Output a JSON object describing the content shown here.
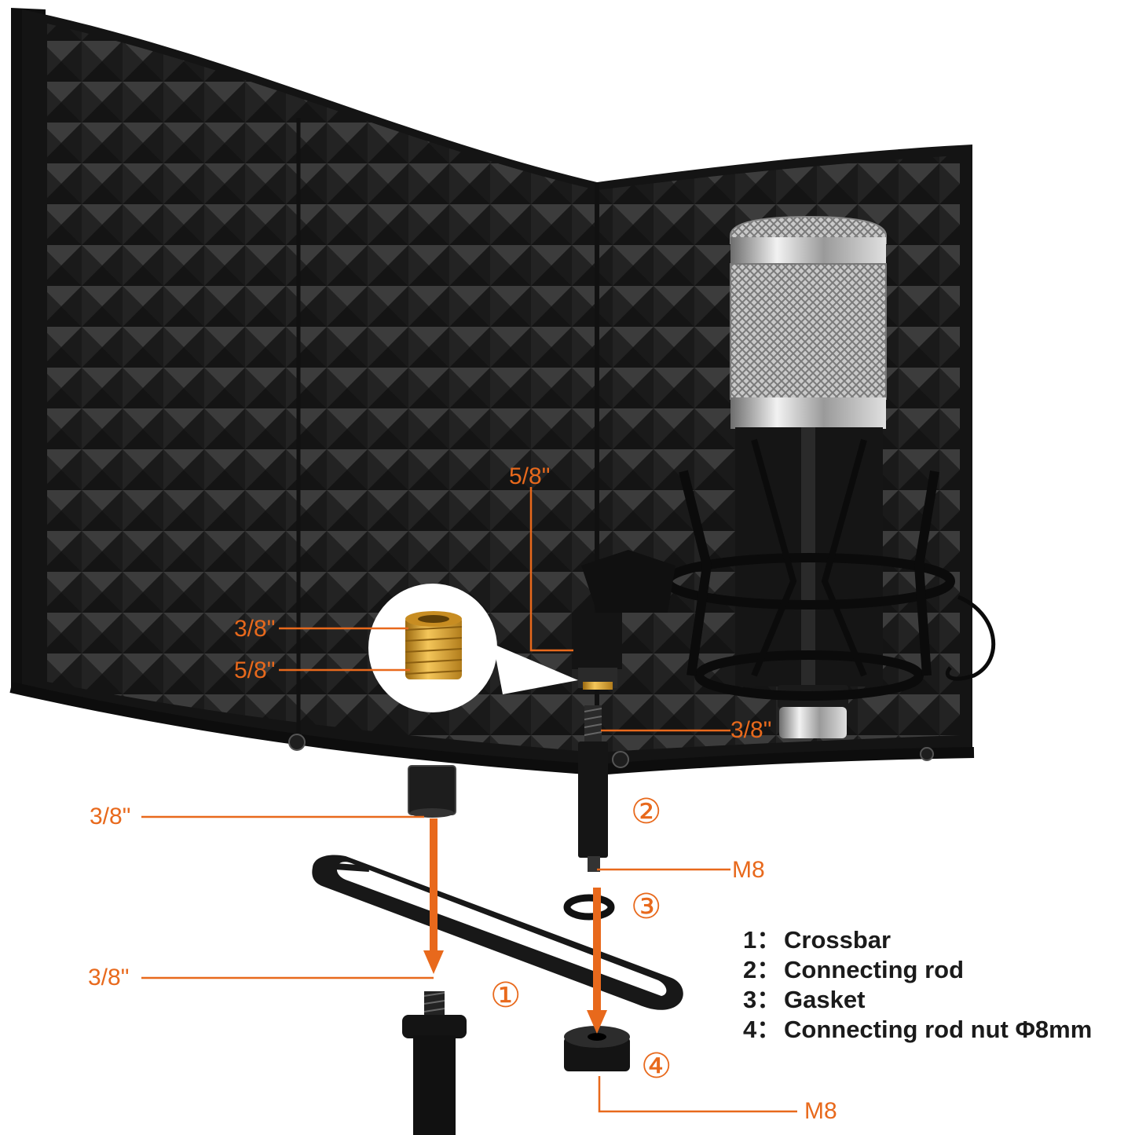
{
  "callouts": {
    "adapter_top": "3/8\"",
    "adapter_bottom": "5/8\"",
    "mount_thread": "5/8\"",
    "rod_top": "3/8\"",
    "shield_socket": "3/8\"",
    "stand_thread": "3/8\"",
    "rod_bottom": "M8",
    "nut_thread": "M8"
  },
  "markers": {
    "crossbar": "①",
    "rod": "②",
    "gasket": "③",
    "nut": "④"
  },
  "legend": [
    {
      "num": "1：",
      "label": "Crossbar"
    },
    {
      "num": "2：",
      "label": "Connecting rod"
    },
    {
      "num": "3：",
      "label": "Gasket"
    },
    {
      "num": "4：",
      "label": "Connecting rod nut Φ8mm"
    }
  ],
  "colors": {
    "accent": "#e8691c",
    "foam": "#2b2b2b",
    "frame": "#111111",
    "brass": "#d39a2b"
  }
}
